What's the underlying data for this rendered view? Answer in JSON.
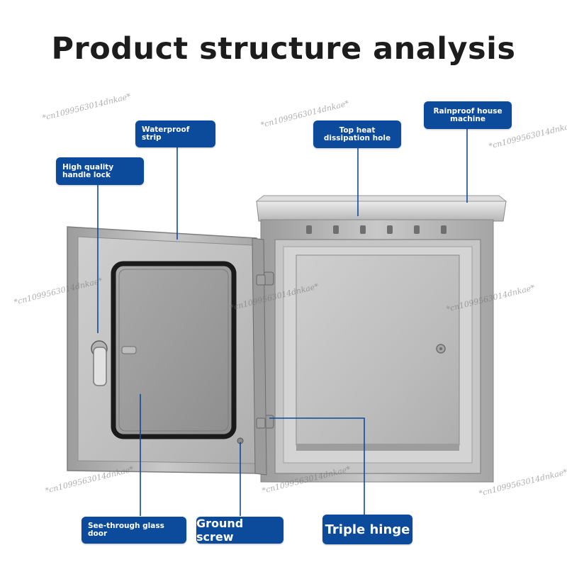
{
  "title": "Product structure analysis",
  "callouts": {
    "waterproof_strip": "Waterproof strip",
    "handle_lock": "High quality handle lock",
    "top_heat": "Top heat dissipation hole",
    "rainproof": "Rainproof house machine",
    "glass_door": "See-through glass door",
    "ground_screw": "Ground screw",
    "triple_hinge": "Triple hinge"
  },
  "watermark": "*cn1099563014dnkae*",
  "colors": {
    "label_bg": "#0c4a9c",
    "steel": "#b8b8b8",
    "title": "#1c1c1c"
  }
}
